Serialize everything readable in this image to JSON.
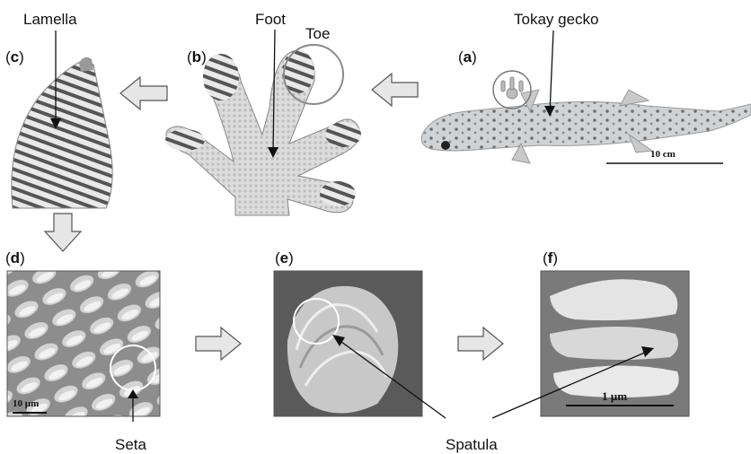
{
  "labels": {
    "lamella": "Lamella",
    "foot": "Foot",
    "toe": "Toe",
    "tokay_gecko": "Tokay gecko",
    "seta": "Seta",
    "spatula": "Spatula"
  },
  "panels": {
    "a": "a",
    "b": "b",
    "c": "c",
    "d": "d",
    "e": "e",
    "f": "f"
  },
  "scale_bars": {
    "gecko": "10 cm",
    "setae": "10 µm",
    "spatula": "1 µm"
  },
  "colors": {
    "arrow_fill": "#e6e6e6",
    "circle_stroke": "#777777",
    "sem_dark": "#4a4a4a",
    "sem_light": "#d9d9d9"
  }
}
